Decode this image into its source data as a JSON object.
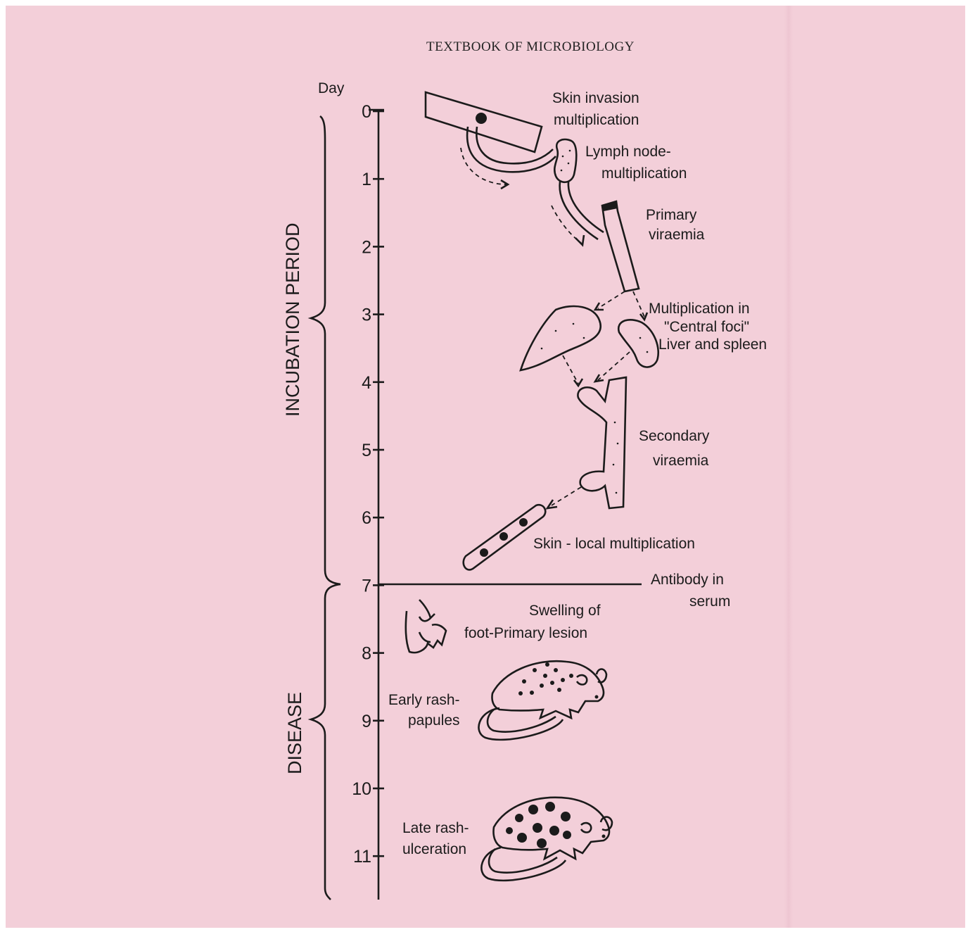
{
  "header": {
    "title": "TEXTBOOK OF MICROBIOLOGY"
  },
  "axis": {
    "label": "Day",
    "ticks": [
      "0",
      "1",
      "2",
      "3",
      "4",
      "5",
      "6",
      "7",
      "8",
      "9",
      "10",
      "11"
    ]
  },
  "periods": {
    "incubation": "INCUBATION  PERIOD",
    "disease": "DISEASE"
  },
  "stages": {
    "skin_invasion": [
      "Skin invasion",
      "multiplication"
    ],
    "lymph_node": [
      "Lymph node-",
      "multiplication"
    ],
    "primary_viraemia": [
      "Primary",
      "viraemia"
    ],
    "central_foci": [
      "Multiplication  in",
      "\"Central foci\"",
      "Liver and spleen"
    ],
    "secondary_viraemia": [
      "Secondary",
      "viraemia"
    ],
    "skin_local": [
      "Skin - local  multiplication"
    ],
    "antibody": [
      "Antibody  in",
      "serum"
    ],
    "swelling": [
      "Swelling of",
      "foot-Primary lesion"
    ],
    "early_rash": [
      "Early   rash-",
      "papules"
    ],
    "late_rash": [
      "Late rash-",
      "ulceration"
    ]
  },
  "icons": [
    "skin-section-icon",
    "lymph-node-icon",
    "blood-vessel-icon",
    "liver-icon",
    "spleen-icon",
    "foot-icon",
    "mouse-icon"
  ]
}
